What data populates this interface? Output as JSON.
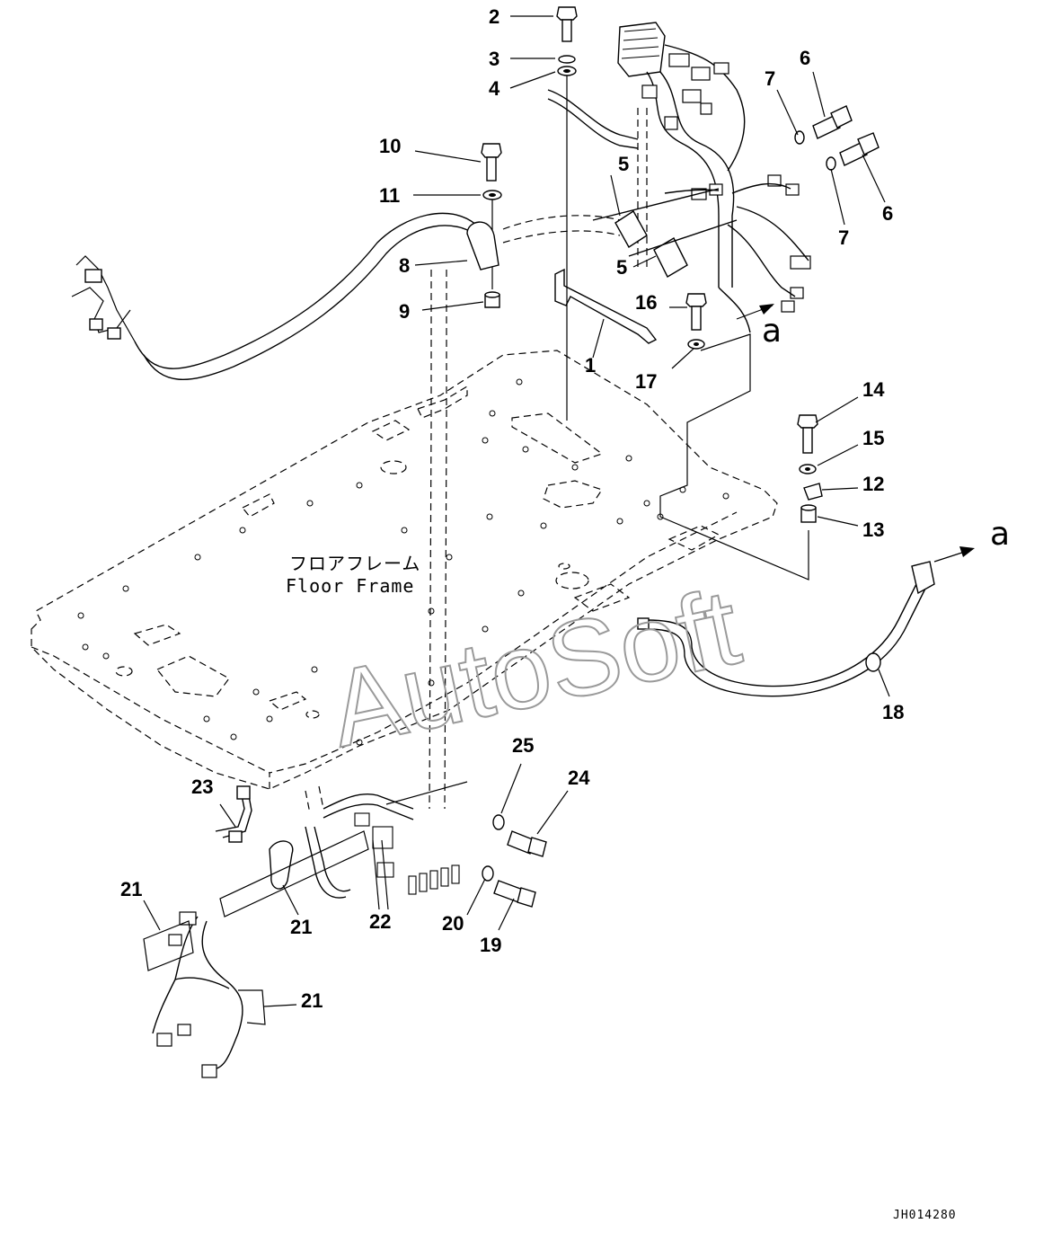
{
  "title_jp": "フロアフレーム",
  "title_en": "Floor Frame",
  "drawing_number": "JH014280",
  "watermark": "AutoSoft",
  "arrow_label": "a",
  "callouts": [
    {
      "id": "c2",
      "label": "2"
    },
    {
      "id": "c3",
      "label": "3"
    },
    {
      "id": "c4",
      "label": "4"
    },
    {
      "id": "c7a",
      "label": "7"
    },
    {
      "id": "c6a",
      "label": "6"
    },
    {
      "id": "c10",
      "label": "10"
    },
    {
      "id": "c5a",
      "label": "5"
    },
    {
      "id": "c11",
      "label": "11"
    },
    {
      "id": "c6b",
      "label": "6"
    },
    {
      "id": "c7b",
      "label": "7"
    },
    {
      "id": "c8",
      "label": "8"
    },
    {
      "id": "c5b",
      "label": "5"
    },
    {
      "id": "c16",
      "label": "16"
    },
    {
      "id": "c9",
      "label": "9"
    },
    {
      "id": "c1",
      "label": "1"
    },
    {
      "id": "c17",
      "label": "17"
    },
    {
      "id": "c14",
      "label": "14"
    },
    {
      "id": "c15",
      "label": "15"
    },
    {
      "id": "c12",
      "label": "12"
    },
    {
      "id": "c13",
      "label": "13"
    },
    {
      "id": "c18",
      "label": "18"
    },
    {
      "id": "c25",
      "label": "25"
    },
    {
      "id": "c24",
      "label": "24"
    },
    {
      "id": "c23",
      "label": "23"
    },
    {
      "id": "c21a",
      "label": "21"
    },
    {
      "id": "c21b",
      "label": "21"
    },
    {
      "id": "c22",
      "label": "22"
    },
    {
      "id": "c20",
      "label": "20"
    },
    {
      "id": "c19",
      "label": "19"
    },
    {
      "id": "c21c",
      "label": "21"
    }
  ]
}
